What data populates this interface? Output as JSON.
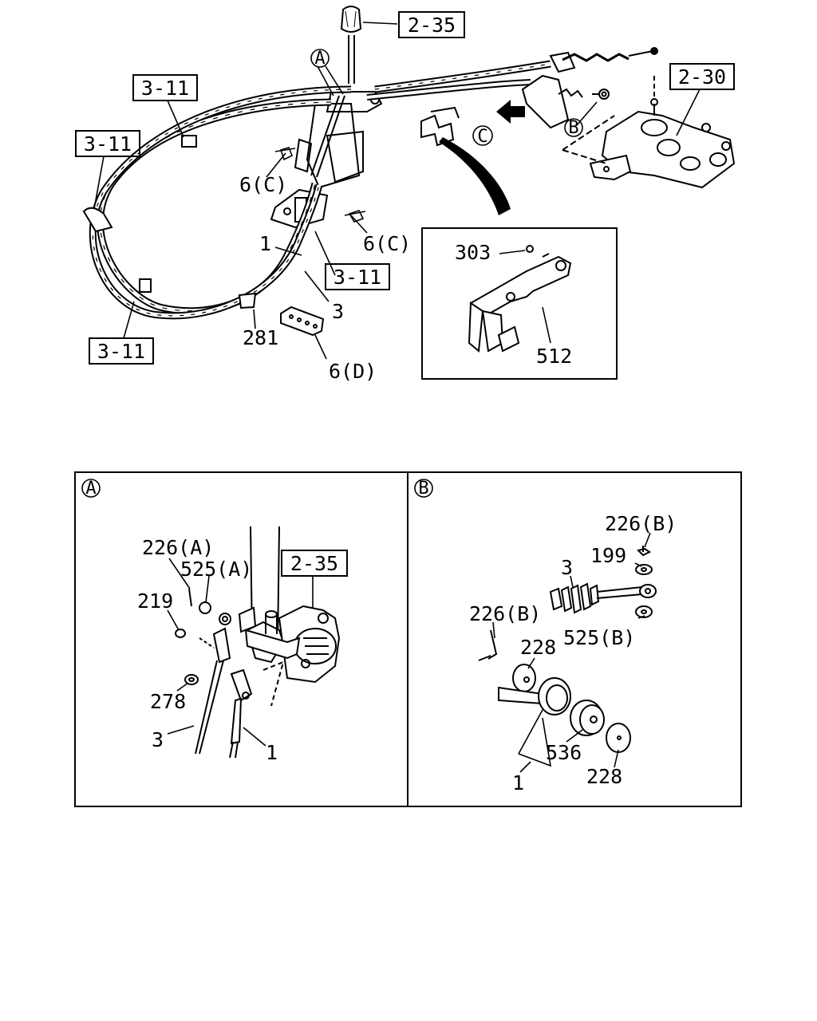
{
  "top_figure": {
    "ref_boxes": {
      "shift_lever": "2-35",
      "transmission": "2-30",
      "cable_upper": "3-11",
      "cable_left": "3-11",
      "cable_mid": "3-11",
      "cable_bottom": "3-11"
    },
    "callouts": {
      "detail_a": "A",
      "detail_b": "B",
      "detail_c": "C"
    },
    "part_labels": {
      "clip_upper": "6(C)",
      "clip_lower": "6(C)",
      "cable_1": "1",
      "cable_3": "3",
      "grommet_281": "281",
      "block_6d": "6(D)"
    },
    "inset": {
      "nut_303": "303",
      "bracket_512": "512"
    }
  },
  "detail_a": {
    "badge": "A",
    "ref_box": "2-35",
    "labels": {
      "pin_226a": "226(A)",
      "washer_525a": "525(A)",
      "nut_219": "219",
      "washer_278": "278",
      "cable_3": "3",
      "cable_1": "1"
    }
  },
  "detail_b": {
    "badge": "B",
    "labels": {
      "pin_226b_top": "226(B)",
      "washer_199": "199",
      "cable_3": "3",
      "pin_226b_left": "226(B)",
      "washer_525b": "525(B)",
      "plate_228_top": "228",
      "grommet_536": "536",
      "plate_228_bottom": "228",
      "cable_1": "1"
    }
  }
}
